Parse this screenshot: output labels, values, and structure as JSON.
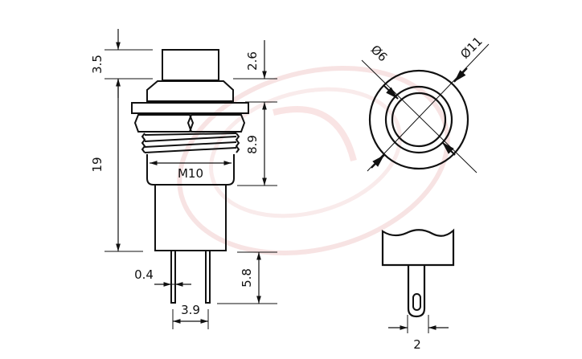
{
  "drawing": {
    "subject": "Push button switch dimensional drawing",
    "watermark_color": "#f3d6d6",
    "line_color": "#111111",
    "side_view": {
      "dims": {
        "cap_height": "3.5",
        "cap_top_offset": "2.6",
        "body_height": "19",
        "thread_length": "8.9",
        "thread": "M10",
        "pin_thickness": "0.4",
        "pin_length": "5.8",
        "pin_spacing": "3.9"
      }
    },
    "top_view": {
      "dims": {
        "inner_diameter": "Ø6",
        "outer_diameter": "Ø11"
      }
    },
    "terminal_view": {
      "dims": {
        "terminal_width": "2"
      }
    }
  }
}
